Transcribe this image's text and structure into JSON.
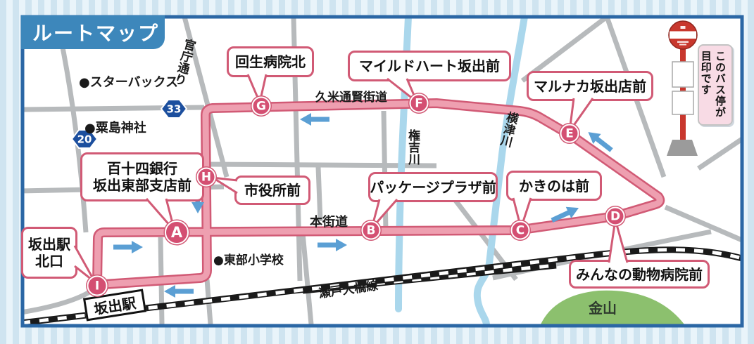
{
  "title": "ルートマップ",
  "legend": {
    "bus_stop_note": "このバス停が目印です"
  },
  "stops": [
    {
      "letter": "A"
    },
    {
      "letter": "B"
    },
    {
      "letter": "C"
    },
    {
      "letter": "D"
    },
    {
      "letter": "E"
    },
    {
      "letter": "F"
    },
    {
      "letter": "G"
    },
    {
      "letter": "H"
    },
    {
      "letter": "I"
    }
  ],
  "bus_stop_labels": {
    "kaisei": "回生病院北",
    "mild_heart": "マイルドハート坂出前",
    "marunaka": "マルナカ坂出店前",
    "bank_line1": "百十四銀行",
    "bank_line2": "坂出東部支店前",
    "city_hall": "市役所前",
    "package_plaza": "パッケージプラザ前",
    "kakinoha": "かきのは前",
    "animal_hospital": "みんなの動物病院前",
    "station_north_line1": "坂出駅",
    "station_north_line2": "北口"
  },
  "streets": {
    "kancho": "官庁通り",
    "kume": "久米通賢街道",
    "hon": "本街道"
  },
  "rivers": {
    "gonkichi": "権吉川",
    "yokozu": "横津川"
  },
  "railway": {
    "line": "瀬戸大橋線",
    "station": "坂出駅"
  },
  "landmarks": {
    "starbucks": "●スターバックス",
    "awashima": "●粟島神社",
    "tobu_elementary": "●東部小学校",
    "kanayama": "金山"
  },
  "road_shields": [
    {
      "number": "33"
    },
    {
      "number": "20"
    }
  ],
  "colors": {
    "frame": "#2b67a5",
    "title_bg": "#3d87bb",
    "route": "#ee9fb0",
    "route_outline": "#d15a75",
    "stop": "#d44f72",
    "road": "#b7babc",
    "river": "#aad7ec",
    "railway": "#1a1a1a",
    "arrow": "#5b9fd4",
    "shield": "#1c4f9e",
    "hill": "#8cc06e",
    "legend_bg": "#f8dbe5",
    "sign_red": "#c8372d",
    "bg_stripe_dark": "#cfe4f0",
    "bg_stripe_light": "#e9f4fa"
  }
}
